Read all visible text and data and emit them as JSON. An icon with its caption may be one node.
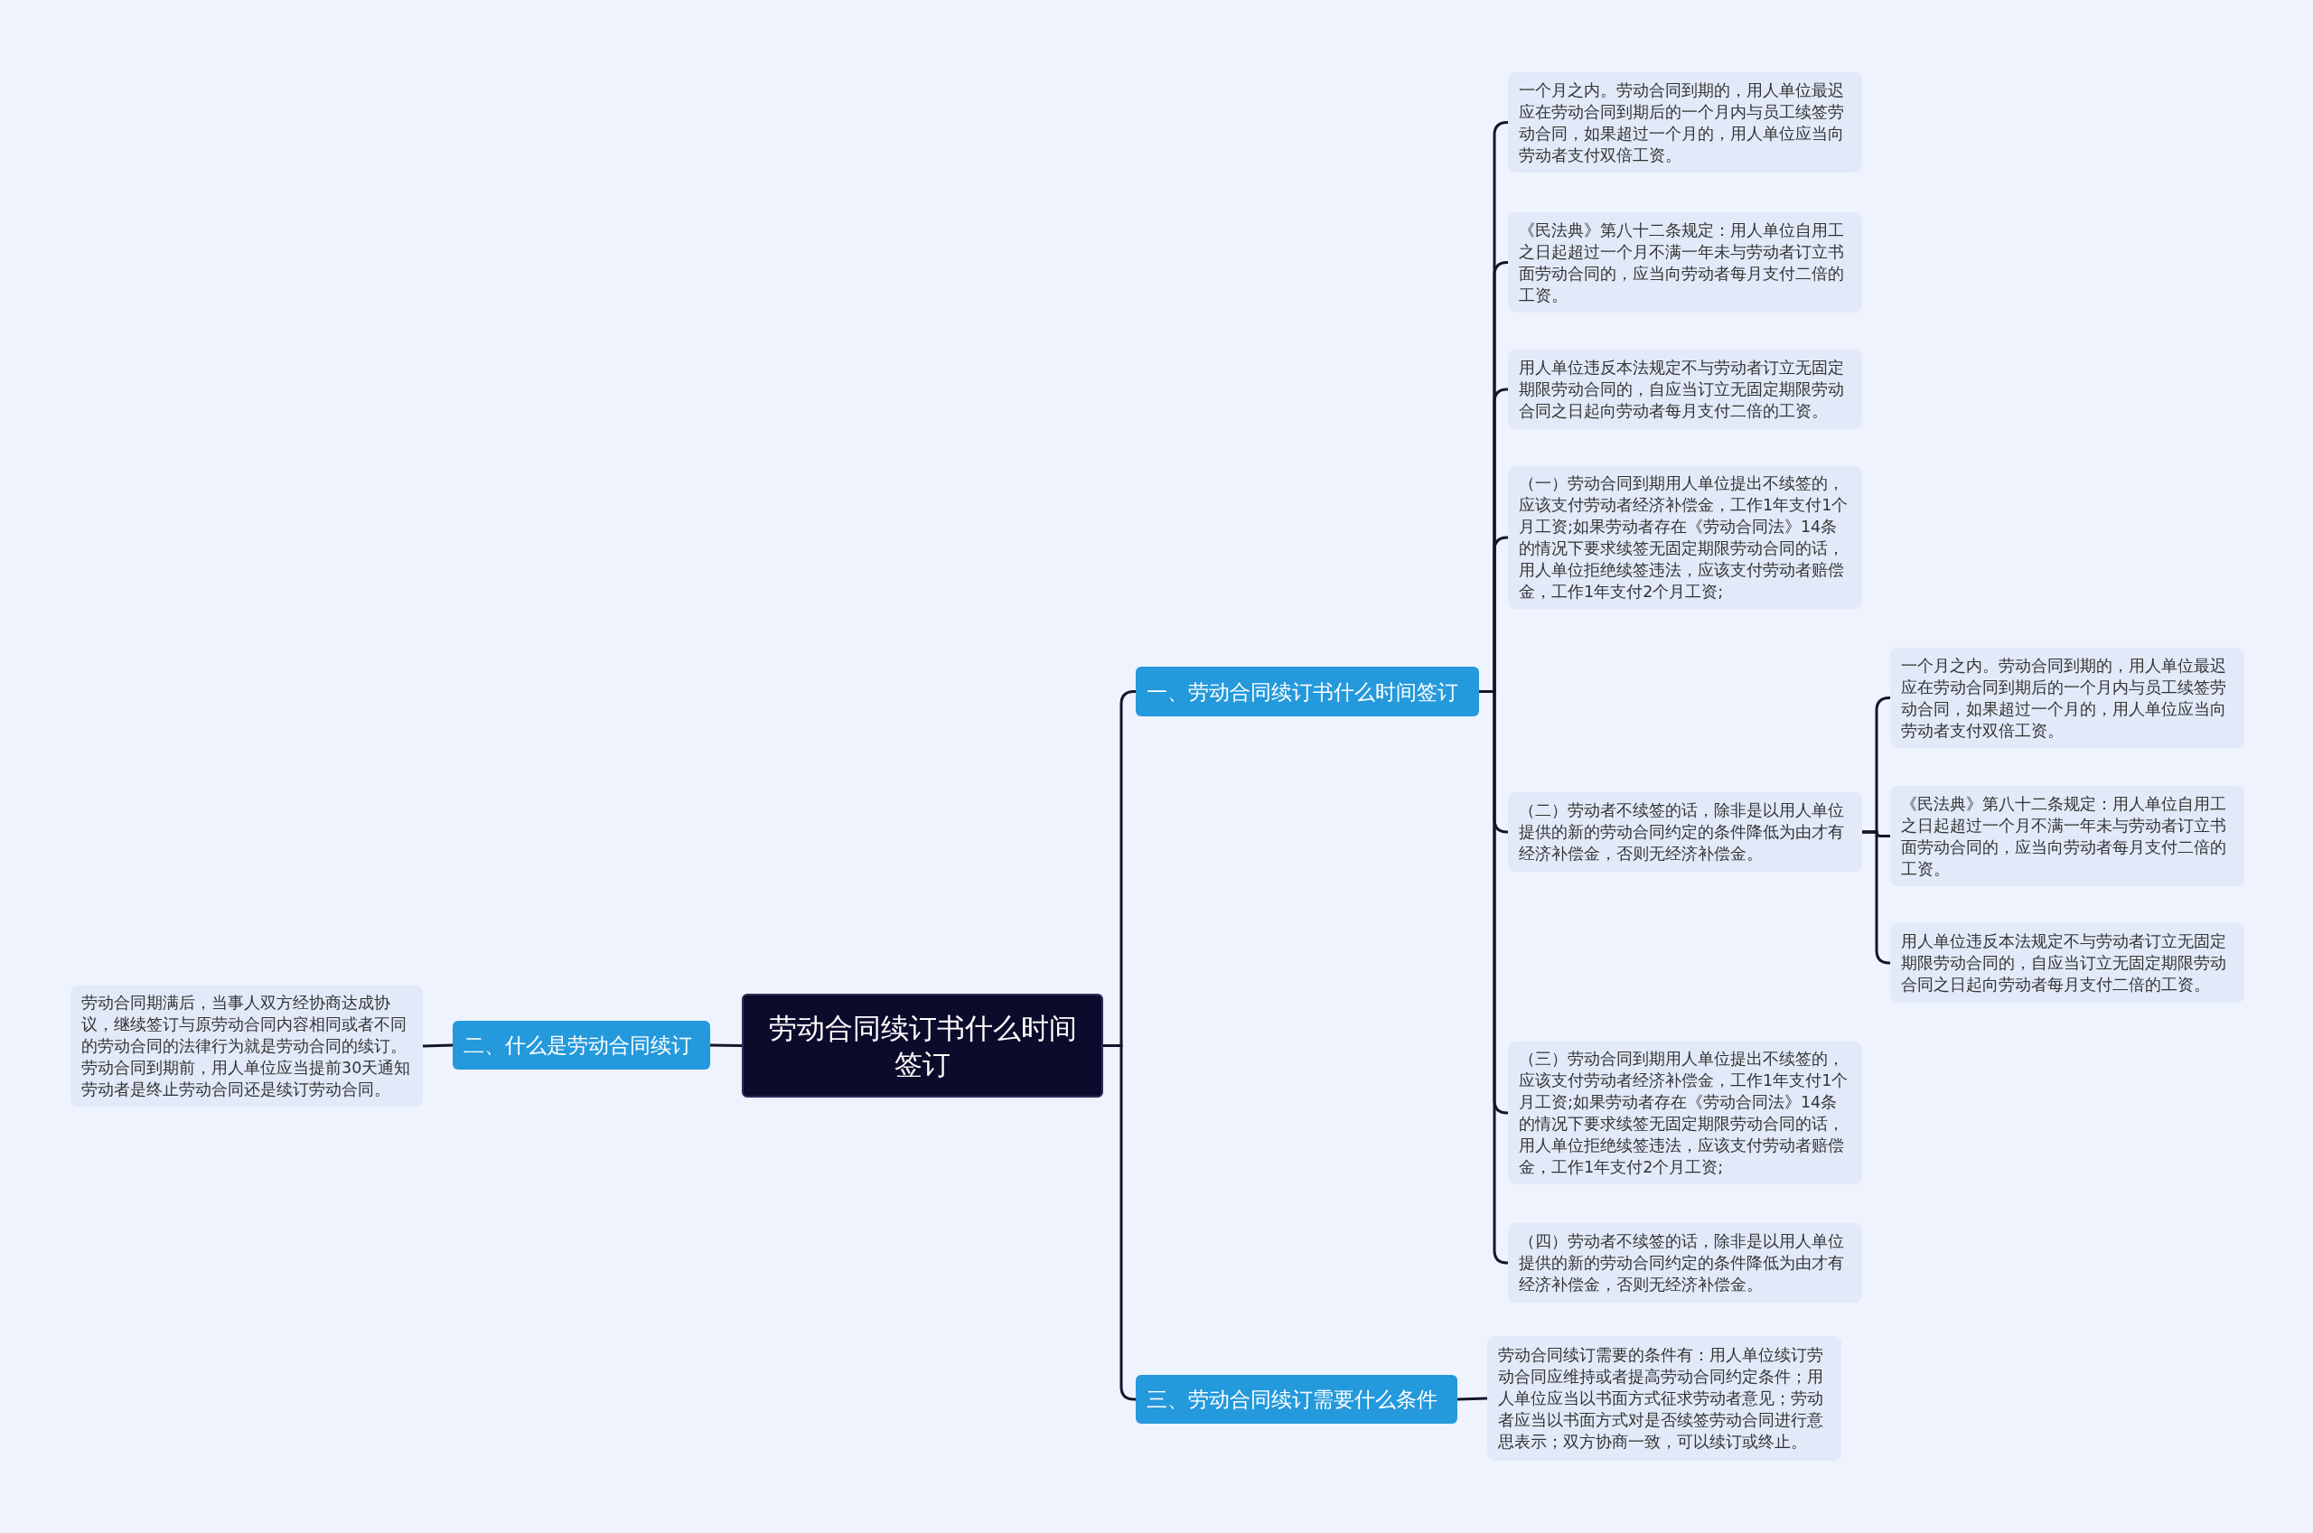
{
  "diagram": {
    "nodes": [
      {
        "text": [
          "劳动合同续订书什么时间签订"
        ]
      },
      {
        "text": [
          "一、劳动合同续订书什么时间签订"
        ]
      },
      {
        "text": [
          "一个月之内。劳动合同到期的，用人单位最迟应在劳动合同到期后的一个月内与员工续签劳动合同，如果超过一个月的，用人单位应当向劳动者支付双倍工资。"
        ]
      },
      {
        "text": [
          "《民法典》第八十二条规定：用人单位自用工之日起超过一个月不满一年未与劳动者订立书面劳动合同的，应当向劳动者每月支付二倍的工资。"
        ]
      },
      {
        "text": [
          "用人单位违反本法规定不与劳动者订立无固定期限劳动合同的，自应当订立无固定期限劳动合同之日起向劳动者每月支付二倍的工资。"
        ]
      },
      {
        "text": [
          "（一）劳动合同到期用人单位提出不续签的，应该支付劳动者经济补偿金，工作1年支付1个月工资;如果劳动者存在《劳动合同法》14条的情况下要求续签无固定期限劳动合同的话，用人单位拒绝续签违法，应该支付劳动者赔偿金，工作1年支付2个月工资;"
        ]
      },
      {
        "text": [
          "（二）劳动者不续签的话，除非是以用人单位提供的新的劳动合同约定的条件降低为由才有经济补偿金，否则无经济补偿金。"
        ]
      },
      {
        "text": [
          "一个月之内。劳动合同到期的，用人单位最迟应在劳动合同到期后的一个月内与员工续签劳动合同，如果超过一个月的，用人单位应当向劳动者支付双倍工资。"
        ]
      },
      {
        "text": [
          "《民法典》第八十二条规定：用人单位自用工之日起超过一个月不满一年未与劳动者订立书面劳动合同的，应当向劳动者每月支付二倍的工资。"
        ]
      },
      {
        "text": [
          "用人单位违反本法规定不与劳动者订立无固定期限劳动合同的，自应当订立无固定期限劳动合同之日起向劳动者每月支付二倍的工资。"
        ]
      },
      {
        "text": [
          "（三）劳动合同到期用人单位提出不续签的，应该支付劳动者经济补偿金，工作1年支付1个月工资;如果劳动者存在《劳动合同法》14条的情况下要求续签无固定期限劳动合同的话，用人单位拒绝续签违法，应该支付劳动者赔偿金，工作1年支付2个月工资;"
        ]
      },
      {
        "text": [
          "（四）劳动者不续签的话，除非是以用人单位提供的新的劳动合同约定的条件降低为由才有经济补偿金，否则无经济补偿金。"
        ]
      },
      {
        "text": [
          "二、什么是劳动合同续订"
        ]
      },
      {
        "text": [
          "劳动合同期满后，当事人双方经协商达成协议，继续签订与原劳动合同内容相同或者不同的劳动合同的法律行为就是劳动合同的续订。劳动合同到期前，用人单位应当提前30天通知劳动者是终止劳动合同还是续订劳动合同。"
        ]
      },
      {
        "text": [
          "三、劳动合同续订需要什么条件"
        ]
      },
      {
        "text": [
          "劳动合同续订需要的条件有：用人单位续订劳动合同应维持或者提高劳动合同约定条件；用人单位应当以书面方式征求劳动者意见；劳动者应当以书面方式对是否续签劳动合同进行意思表示；双方协商一致，可以续订或终止。"
        ]
      }
    ],
    "edges": [
      {
        "from": 0,
        "to": 1,
        "arrow": "none"
      },
      {
        "from": 1,
        "to": 2,
        "arrow": "none"
      },
      {
        "from": 1,
        "to": 3,
        "arrow": "none"
      },
      {
        "from": 1,
        "to": 4,
        "arrow": "none"
      },
      {
        "from": 1,
        "to": 5,
        "arrow": "none"
      },
      {
        "from": 1,
        "to": 6,
        "arrow": "none"
      },
      {
        "from": 6,
        "to": 7,
        "arrow": "none"
      },
      {
        "from": 6,
        "to": 8,
        "arrow": "none"
      },
      {
        "from": 6,
        "to": 9,
        "arrow": "none"
      },
      {
        "from": 1,
        "to": 10,
        "arrow": "none"
      },
      {
        "from": 1,
        "to": 11,
        "arrow": "none"
      },
      {
        "from": 0,
        "to": 12,
        "arrow": "none"
      },
      {
        "from": 12,
        "to": 13,
        "arrow": "none"
      },
      {
        "from": 0,
        "to": 14,
        "arrow": "none"
      },
      {
        "from": 14,
        "to": 15,
        "arrow": "none"
      }
    ]
  }
}
